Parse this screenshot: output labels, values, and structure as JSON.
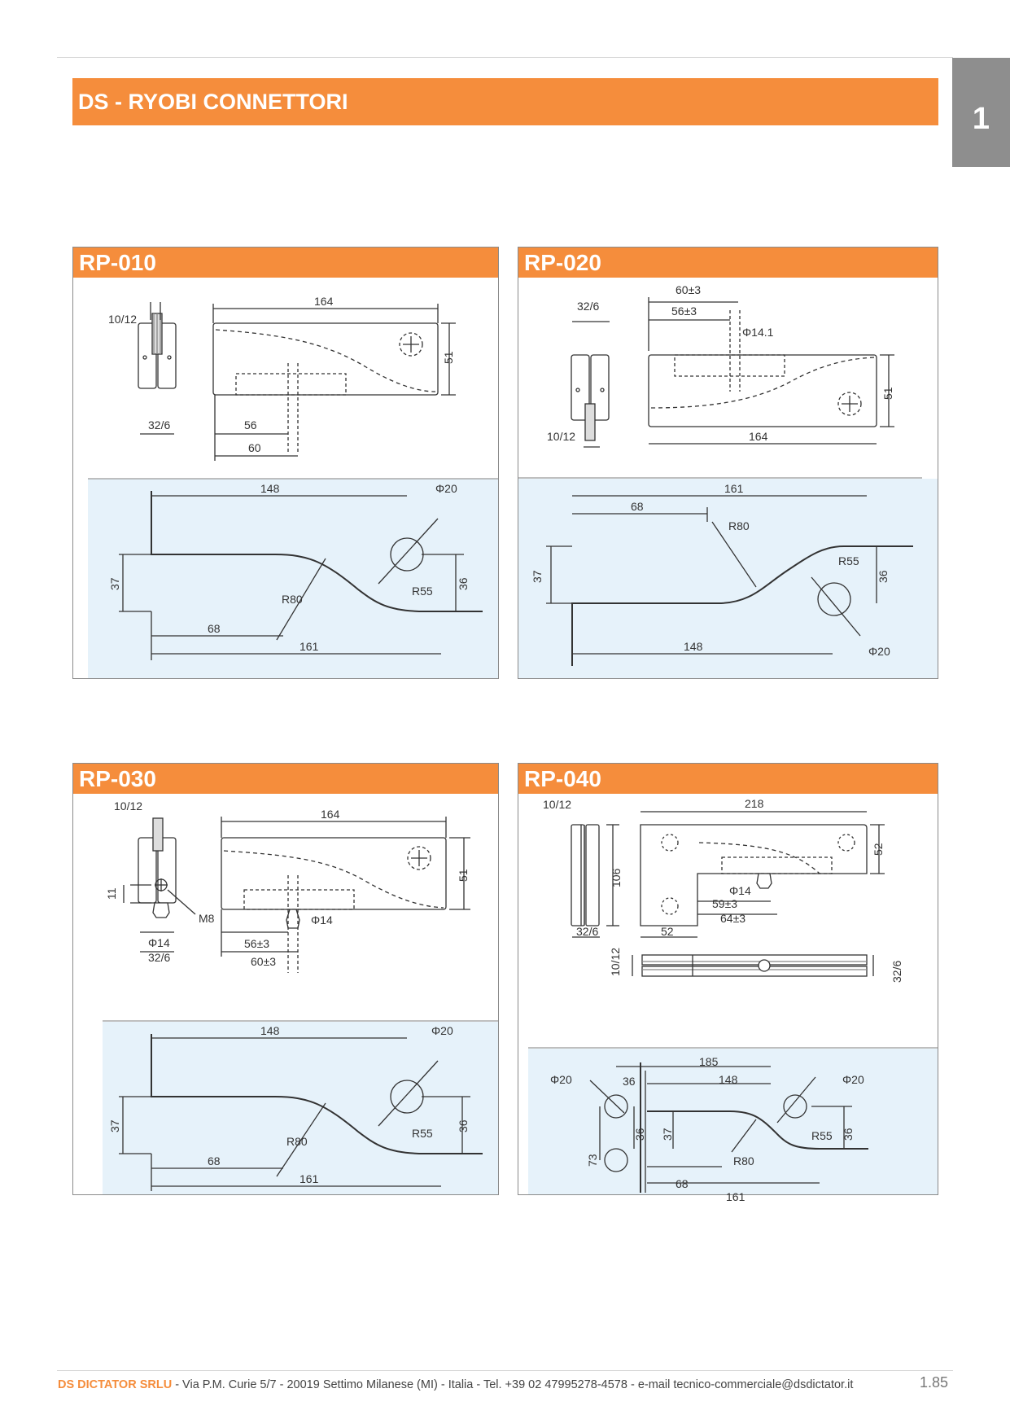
{
  "header": {
    "title": "DS - RYOBI CONNETTORI",
    "chapter": "1"
  },
  "panels": [
    {
      "code": "RP-010",
      "dims": {
        "a": "10/12",
        "b": "164",
        "c": "51",
        "d": "32/6",
        "e": "56",
        "f": "60",
        "g": "148",
        "h": "Φ20",
        "i": "37",
        "j": "36",
        "k": "R80",
        "l": "R55",
        "m": "68",
        "n": "161"
      }
    },
    {
      "code": "RP-020",
      "dims": {
        "a": "60±3",
        "b": "56±3",
        "c": "32/6",
        "d": "Φ14.1",
        "e": "51",
        "f": "10/12",
        "g": "164",
        "h": "161",
        "i": "68",
        "j": "R80",
        "k": "37",
        "l": "R55",
        "m": "36",
        "n": "148",
        "o": "Φ20"
      }
    },
    {
      "code": "RP-030",
      "dims": {
        "a": "10/12",
        "b": "164",
        "c": "51",
        "d": "11",
        "e": "M8",
        "f": "Φ14",
        "g": "Φ14",
        "h": "32/6",
        "i": "56±3",
        "j": "60±3",
        "k": "148",
        "l": "Φ20",
        "m": "37",
        "n": "36",
        "o": "R80",
        "p": "R55",
        "q": "68",
        "r": "161"
      }
    },
    {
      "code": "RP-040",
      "dims": {
        "a": "10/12",
        "b": "218",
        "c": "106",
        "d": "52",
        "e": "Φ14",
        "f": "59±3",
        "g": "64±3",
        "h": "32/6",
        "i": "52",
        "j": "10/12",
        "k": "32/6",
        "l": "185",
        "m": "Φ20",
        "n": "36",
        "o": "148",
        "p": "Φ20",
        "q": "36",
        "r": "37",
        "s": "36",
        "t": "R55",
        "u": "73",
        "v": "R80",
        "w": "68",
        "x": "161"
      }
    }
  ],
  "footer": {
    "brand": "DS DICTATOR SRLU",
    "address": " - Via P.M. Curie 5/7 - 20019 Settimo Milanese (MI) - Italia - Tel. +39 02 47995278-4578 - e-mail tecnico-commerciale@dsdictator.it",
    "page": "1.85"
  },
  "colors": {
    "accent": "#f58d3c",
    "tab": "#8e8e8e",
    "fill": "#e6f2fa",
    "line": "#333333"
  }
}
